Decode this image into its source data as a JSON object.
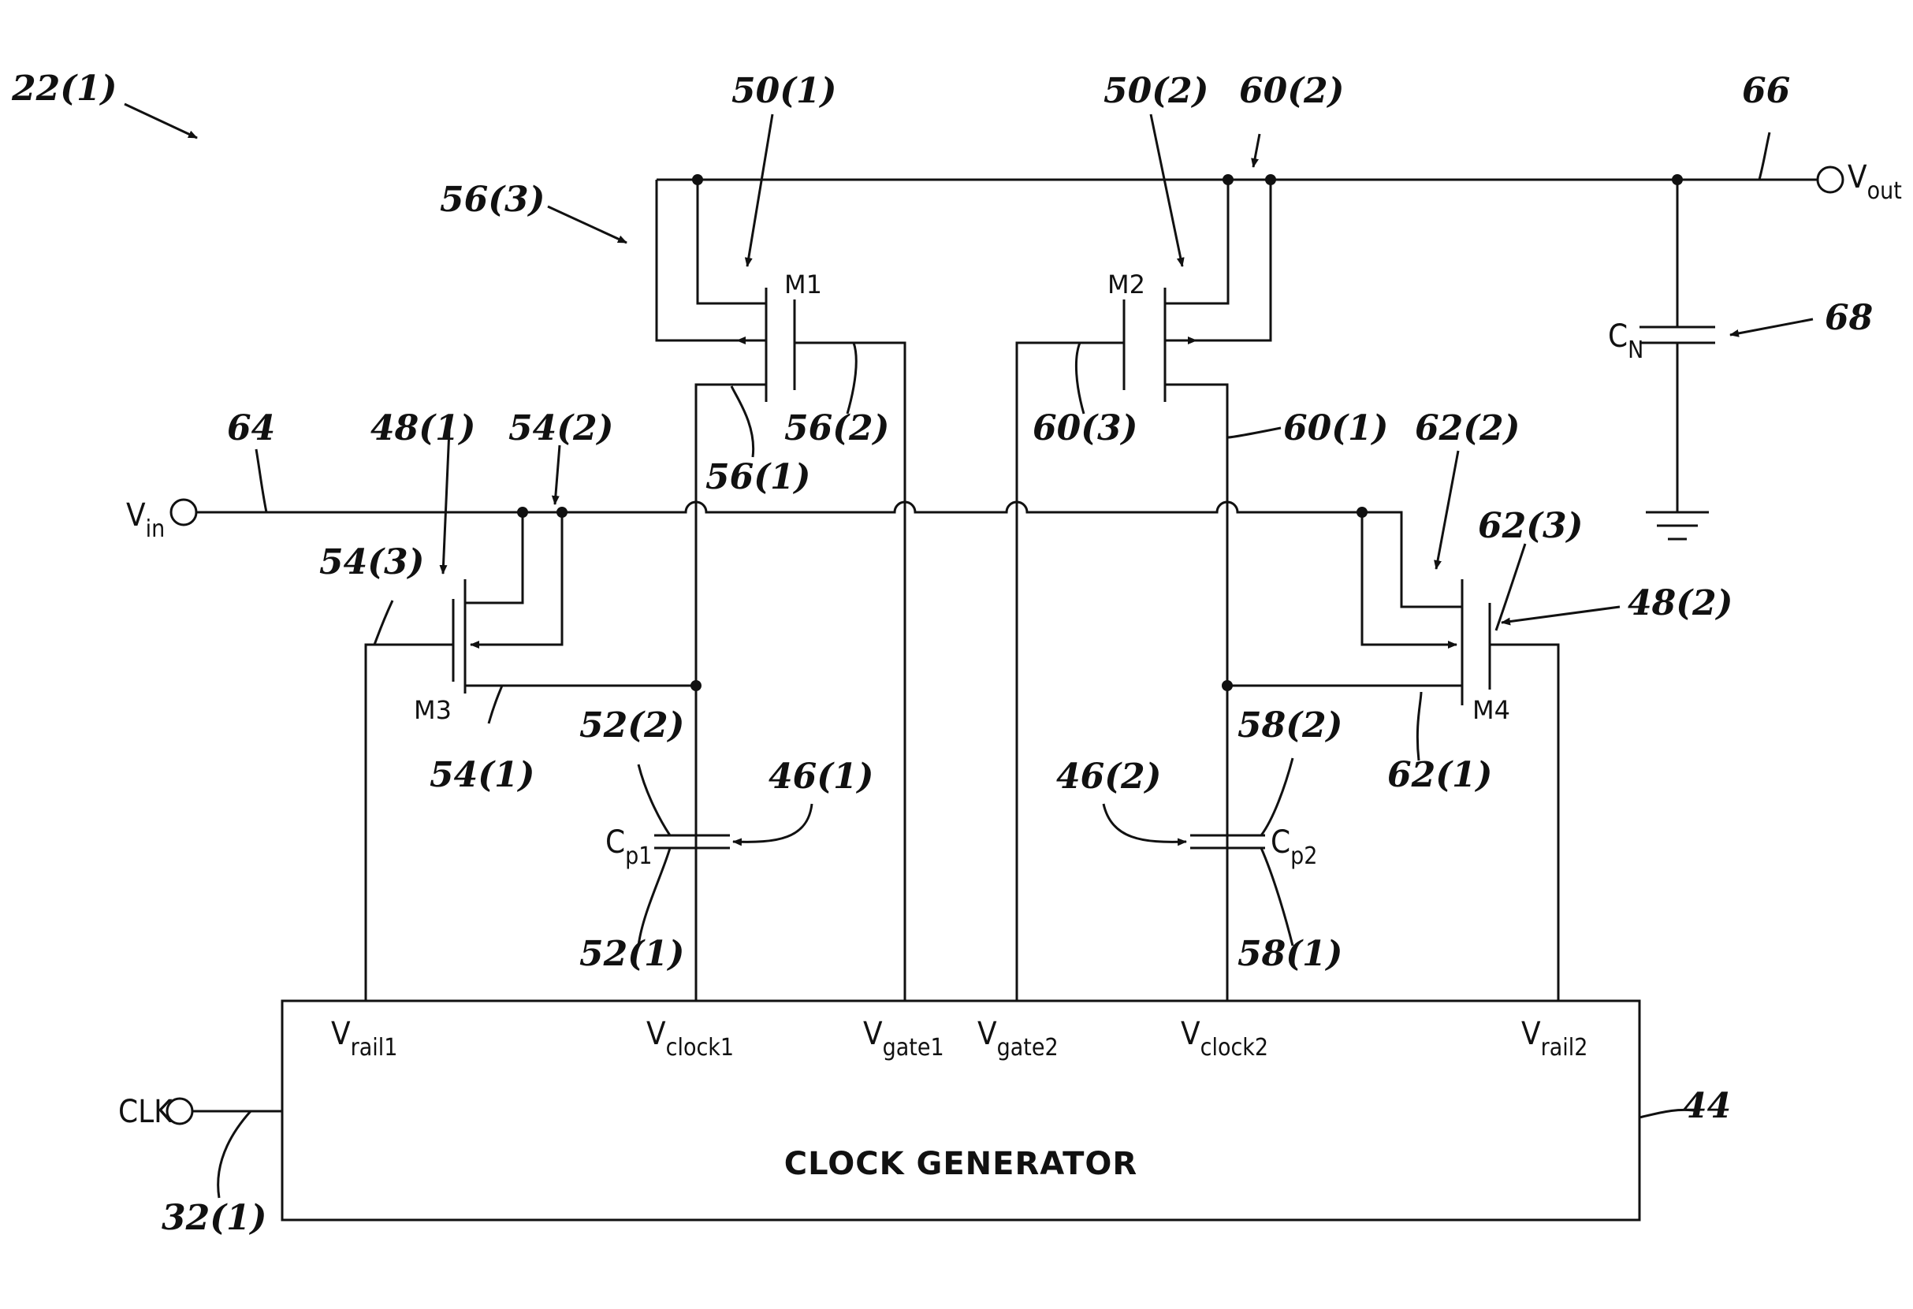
{
  "figure": {
    "ref": "22(1)"
  },
  "clock_generator": {
    "ref": "44",
    "label": "CLOCK GENERATOR"
  },
  "ports": {
    "vin": {
      "main": "V",
      "sub": "in"
    },
    "vout": {
      "main": "V",
      "sub": "out"
    },
    "clk": {
      "label": "CLK"
    },
    "vrail1": {
      "main": "V",
      "sub": "rail1"
    },
    "vclock1": {
      "main": "V",
      "sub": "clock1"
    },
    "vgate1": {
      "main": "V",
      "sub": "gate1"
    },
    "vgate2": {
      "main": "V",
      "sub": "gate2"
    },
    "vclock2": {
      "main": "V",
      "sub": "clock2"
    },
    "vrail2": {
      "main": "V",
      "sub": "rail2"
    }
  },
  "transistors": {
    "m1": "M1",
    "m2": "M2",
    "m3": "M3",
    "m4": "M4"
  },
  "capacitors": {
    "cp1": {
      "main": "C",
      "sub": "p1"
    },
    "cp2": {
      "main": "C",
      "sub": "p2"
    },
    "cn": {
      "main": "C",
      "sub": "N"
    }
  },
  "refs": {
    "r50_1": "50(1)",
    "r50_2": "50(2)",
    "r60_2": "60(2)",
    "r66": "66",
    "r56_3": "56(3)",
    "r68": "68",
    "r64": "64",
    "r48_1": "48(1)",
    "r54_2": "54(2)",
    "r56_1": "56(1)",
    "r56_2": "56(2)",
    "r60_3": "60(3)",
    "r60_1": "60(1)",
    "r62_2": "62(2)",
    "r62_3": "62(3)",
    "r48_2": "48(2)",
    "r54_3": "54(3)",
    "r54_1": "54(1)",
    "r52_2": "52(2)",
    "r46_1": "46(1)",
    "r46_2": "46(2)",
    "r58_2": "58(2)",
    "r62_1": "62(1)",
    "r52_1": "52(1)",
    "r58_1": "58(1)",
    "r32_1": "32(1)"
  }
}
